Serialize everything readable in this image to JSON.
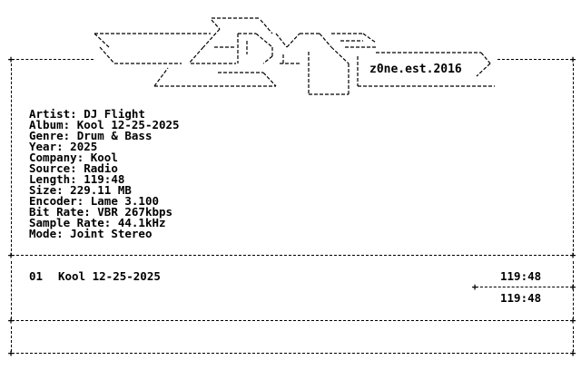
{
  "tagline": "z0ne.est.2016",
  "info": {
    "lines": [
      {
        "label": "Artist",
        "value": "DJ Flight"
      },
      {
        "label": "Album",
        "value": "Kool 12-25-2025"
      },
      {
        "label": "Genre",
        "value": "Drum & Bass"
      },
      {
        "label": "Year",
        "value": "2025"
      },
      {
        "label": "Company",
        "value": "Kool"
      },
      {
        "label": "Source",
        "value": "Radio"
      },
      {
        "label": "Length",
        "value": "119:48"
      },
      {
        "label": "Size",
        "value": "229.11 MB"
      },
      {
        "label": "Encoder",
        "value": "Lame 3.100"
      },
      {
        "label": "Bit Rate",
        "value": "VBR 267kbps"
      },
      {
        "label": "Sample Rate",
        "value": "44.1kHz"
      },
      {
        "label": "Mode",
        "value": "Joint Stereo"
      }
    ]
  },
  "tracklist": {
    "tracks": [
      {
        "number": "01",
        "title": "Kool 12-25-2025",
        "duration": "119:48"
      }
    ],
    "total": "119:48"
  }
}
